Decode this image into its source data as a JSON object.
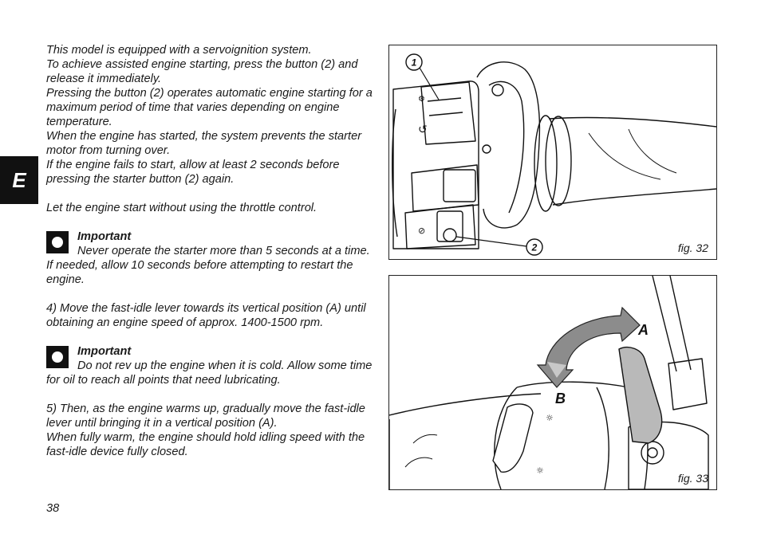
{
  "side_tab": "E",
  "page_number": "38",
  "paragraphs": {
    "p1": "This model is equipped with a servoignition system.",
    "p2": "To achieve assisted engine starting, press the button (2) and release it immediately.",
    "p3": "Pressing the button (2) operates automatic engine starting for a maximum period of time that varies depending on engine temperature.",
    "p4": "When the engine has started, the system prevents the starter motor from turning over.",
    "p5": "If the engine fails to start, allow at least 2 seconds before pressing the starter button (2) again.",
    "p6": "Let the engine start without using the throttle control.",
    "important1_title": "Important",
    "important1_body": "Never operate the starter more than 5 seconds at a time. If needed, allow 10 seconds before attempting to restart the engine.",
    "p7": "4) Move the fast-idle lever towards its vertical position (A) until obtaining an engine speed of approx. 1400-1500 rpm.",
    "important2_title": "Important",
    "important2_body": "Do not rev up the engine when it is cold. Allow some time for oil to reach all points that need lubricating.",
    "p8": "5) Then, as the engine warms up, gradually move the fast-idle lever until bringing it in a vertical position (A).",
    "p9": "When fully warm, the engine should hold idling speed with the fast-idle device fully closed."
  },
  "figures": {
    "fig32": {
      "caption": "fig. 32",
      "callout1": "1",
      "callout2": "2"
    },
    "fig33": {
      "caption": "fig. 33",
      "label_a": "A",
      "label_b": "B"
    }
  }
}
